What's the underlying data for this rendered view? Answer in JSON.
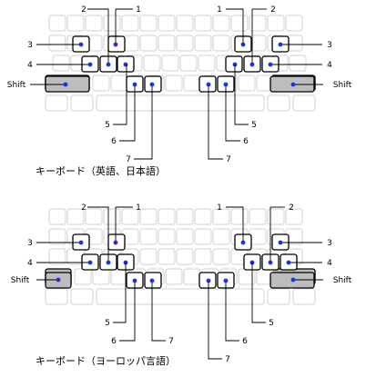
{
  "diagrams": [
    {
      "caption": "キーボード（英語、日本語）",
      "callouts": {
        "left": [
          "Shift",
          "3",
          "4",
          "2",
          "1",
          "5",
          "6",
          "7"
        ],
        "right": [
          "Shift",
          "3",
          "4",
          "1",
          "2",
          "5",
          "6",
          "7"
        ]
      }
    },
    {
      "caption": "キーボード（ヨーロッパ言語）",
      "callouts": {
        "left": [
          "Shift",
          "3",
          "4",
          "2",
          "1",
          "5",
          "6",
          "7"
        ],
        "right": [
          "Shift",
          "3",
          "4",
          "1",
          "2",
          "5",
          "6",
          "7"
        ]
      }
    }
  ],
  "colors": {
    "key_outline": "#d0d0d0",
    "highlight_outline": "#000000",
    "shift_fill": "#bdbdbd",
    "dot": "#1f2ee8",
    "leader": "#000000"
  }
}
